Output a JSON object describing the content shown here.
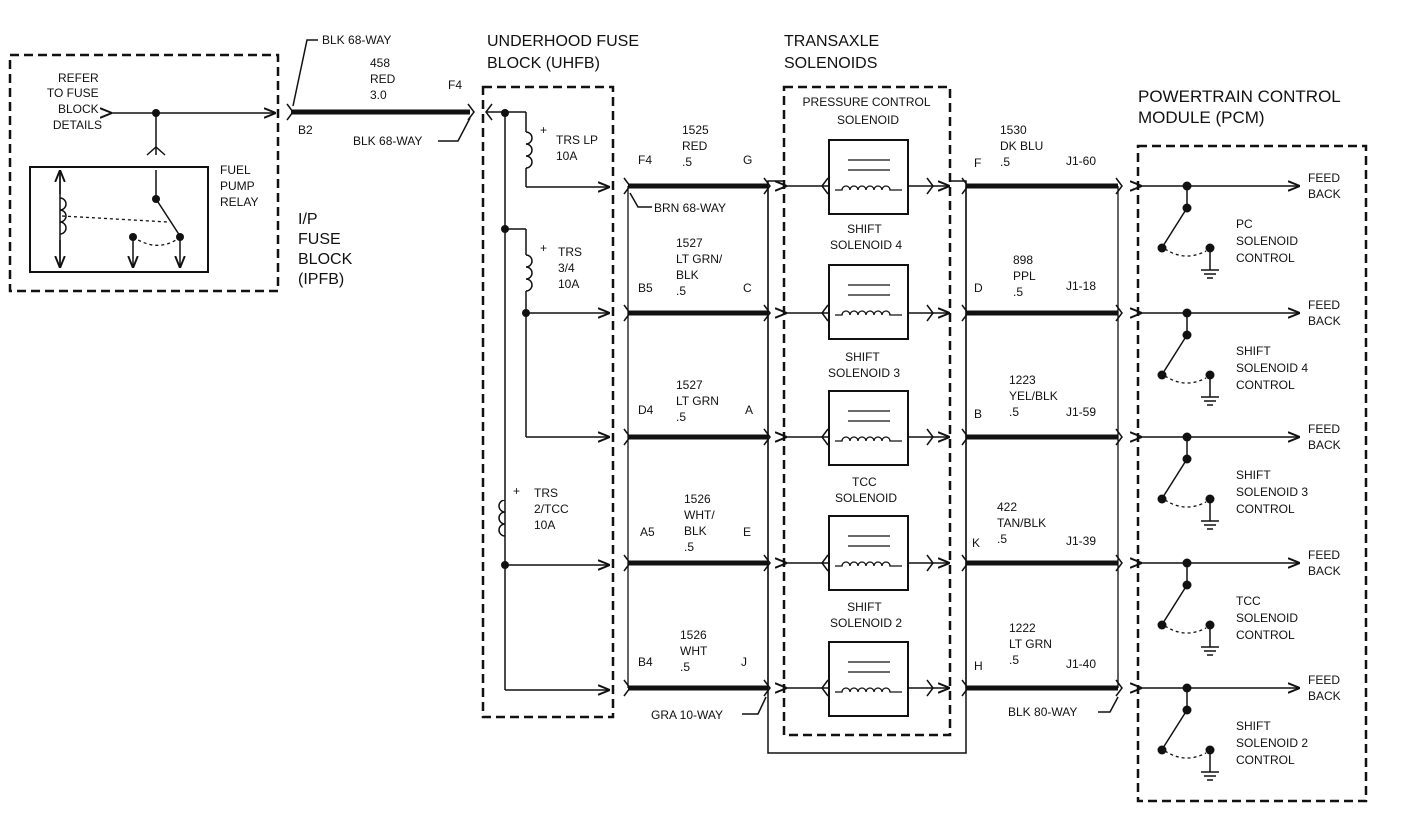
{
  "ipfb": {
    "title": [
      "I/P",
      "FUSE",
      "BLOCK",
      "(IPFB)"
    ],
    "refer": [
      "REFER",
      "TO FUSE",
      "BLOCK",
      "DETAILS"
    ],
    "relay": [
      "FUEL",
      "PUMP",
      "RELAY"
    ]
  },
  "feed_wire": {
    "conn_top": "BLK 68-WAY",
    "circuit": "458",
    "color": "RED",
    "gauge": "3.0",
    "pin_left": "B2",
    "pin_right": "F4",
    "conn_bottom": "BLK 68-WAY"
  },
  "uhfb": {
    "title": [
      "UNDERHOOD FUSE",
      "BLOCK (UHFB)"
    ],
    "fuses": [
      {
        "lines": [
          "TRS LP",
          "10A"
        ]
      },
      {
        "lines": [
          "TRS",
          "3/4",
          "10A"
        ]
      },
      {
        "lines": [
          "TRS",
          "2/TCC",
          "10A"
        ]
      }
    ]
  },
  "transaxle": {
    "title": [
      "TRANSAXLE",
      "SOLENOIDS"
    ],
    "solenoids": [
      {
        "label": [
          "PRESSURE CONTROL",
          "SOLENOID"
        ]
      },
      {
        "label": [
          "SHIFT",
          "SOLENOID 4"
        ]
      },
      {
        "label": [
          "SHIFT",
          "SOLENOID 3"
        ]
      },
      {
        "label": [
          "TCC",
          "SOLENOID"
        ]
      },
      {
        "label": [
          "SHIFT",
          "SOLENOID 2"
        ]
      }
    ]
  },
  "left_circuits": [
    {
      "pin_left": "F4",
      "pin_right": "G",
      "lines": [
        "1525",
        "RED",
        ".5"
      ]
    },
    {
      "pin_left": "B5",
      "pin_right": "C",
      "lines": [
        "1527",
        "LT GRN/",
        "BLK",
        ".5"
      ]
    },
    {
      "pin_left": "D4",
      "pin_right": "A",
      "lines": [
        "1527",
        "LT GRN",
        ".5"
      ]
    },
    {
      "pin_left": "A5",
      "pin_right": "E",
      "lines": [
        "1526",
        "WHT/",
        "BLK",
        ".5"
      ]
    },
    {
      "pin_left": "B4",
      "pin_right": "J",
      "lines": [
        "1526",
        "WHT",
        ".5"
      ]
    }
  ],
  "left_connectors": {
    "top": "BRN 68-WAY",
    "bottom": "GRA 10-WAY"
  },
  "right_circuits": [
    {
      "pin_left": "F",
      "pin_right": "J1-60",
      "lines": [
        "1530",
        "DK BLU",
        ".5"
      ]
    },
    {
      "pin_left": "D",
      "pin_right": "J1-18",
      "lines": [
        "898",
        "PPL",
        ".5"
      ]
    },
    {
      "pin_left": "B",
      "pin_right": "J1-59",
      "lines": [
        "1223",
        "YEL/BLK",
        ".5"
      ]
    },
    {
      "pin_left": "K",
      "pin_right": "J1-39",
      "lines": [
        "422",
        "TAN/BLK",
        ".5"
      ]
    },
    {
      "pin_left": "H",
      "pin_right": "J1-40",
      "lines": [
        "1222",
        "LT GRN",
        ".5"
      ]
    }
  ],
  "right_connector": "BLK 80-WAY",
  "pcm": {
    "title": [
      "POWERTRAIN CONTROL",
      "MODULE (PCM)"
    ],
    "feedback": [
      "FEED",
      "BACK"
    ],
    "controls": [
      {
        "lines": [
          "PC",
          "SOLENOID",
          "CONTROL"
        ]
      },
      {
        "lines": [
          "SHIFT",
          "SOLENOID 4",
          "CONTROL"
        ]
      },
      {
        "lines": [
          "SHIFT",
          "SOLENOID 3",
          "CONTROL"
        ]
      },
      {
        "lines": [
          "TCC",
          "SOLENOID",
          "CONTROL"
        ]
      },
      {
        "lines": [
          "SHIFT",
          "SOLENOID 2",
          "CONTROL"
        ]
      }
    ]
  }
}
